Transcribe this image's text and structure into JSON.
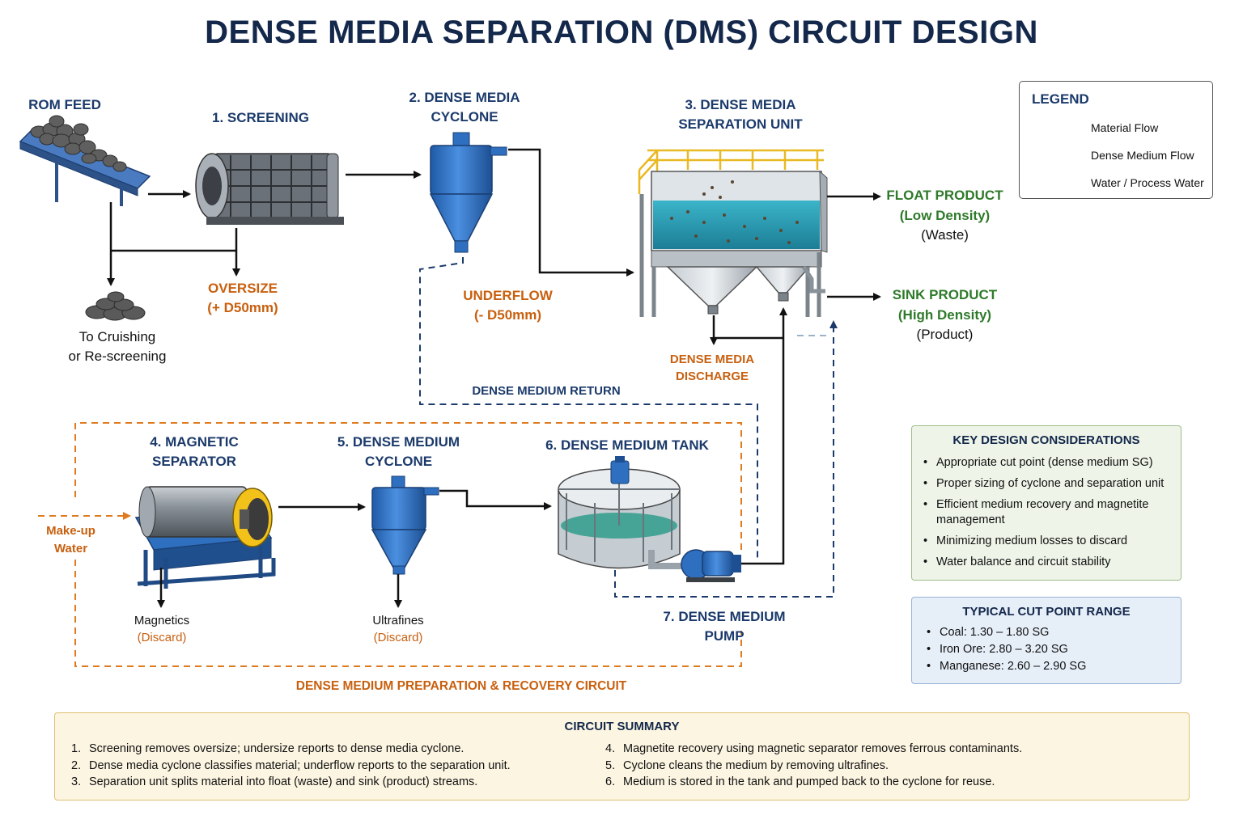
{
  "title": "DENSE MEDIA SEPARATION (DMS) CIRCUIT DESIGN",
  "labels": {
    "rom_feed": "ROM FEED",
    "screening": "1. SCREENING",
    "cyclone_2_line1": "2. DENSE MEDIA",
    "cyclone_2_line2": "CYCLONE",
    "unit_3_line1": "3. DENSE MEDIA",
    "unit_3_line2": "SEPARATION UNIT",
    "oversize_line1": "OVERSIZE",
    "oversize_line2": "(+ D50mm)",
    "crushing_line1": "To Cruishing",
    "crushing_line2": "or Re-screening",
    "underflow_line1": "UNDERFLOW",
    "underflow_line2": "(- D50mm)",
    "float_line1": "FLOAT PRODUCT",
    "float_line2": "(Low Density)",
    "float_line3": "(Waste)",
    "sink_line1": "SINK PRODUCT",
    "sink_line2": "(High Density)",
    "sink_line3": "(Product)",
    "discharge_line1": "DENSE MEDIA",
    "discharge_line2": "DISCHARGE",
    "medium_return": "DENSE MEDIUM RETURN",
    "magsep_line1": "4. MAGNETIC",
    "magsep_line2": "SEPARATOR",
    "cyclone_5_line1": "5. DENSE MEDIUM",
    "cyclone_5_line2": "CYCLONE",
    "tank_6": "6. DENSE MEDIUM TANK",
    "pump_7_line1": "7. DENSE MEDIUM",
    "pump_7_line2": "PUMP",
    "makeup_line1": "Make-up",
    "makeup_line2": "Water",
    "magnetics_line1": "Magnetics",
    "magnetics_line2": "(Discard)",
    "ultrafines_line1": "Ultrafines",
    "ultrafines_line2": "(Discard)",
    "prep_circuit": "DENSE MEDIUM PREPARATION & RECOVERY CIRCUIT"
  },
  "legend": {
    "title": "LEGEND",
    "items": [
      {
        "label": "Material Flow",
        "color": "#111111",
        "style": "solid"
      },
      {
        "label": "Dense Medium Flow",
        "color": "#1b3a6b",
        "style": "dashed"
      },
      {
        "label": "Water / Process Water",
        "color": "#e07a1f",
        "style": "dashed"
      }
    ]
  },
  "key_design": {
    "title": "KEY DESIGN CONSIDERATIONS",
    "items": [
      "Appropriate cut point (dense medium SG)",
      "Proper sizing of cyclone and separation unit",
      "Efficient medium recovery and magnetite management",
      "Minimizing medium losses to discard",
      "Water balance and circuit stability"
    ]
  },
  "cut_point": {
    "title": "TYPICAL CUT POINT RANGE",
    "items": [
      "Coal: 1.30 – 1.80 SG",
      "Iron Ore: 2.80 – 3.20 SG",
      "Manganese: 2.60 – 2.90 SG"
    ]
  },
  "summary": {
    "title": "CIRCUIT SUMMARY",
    "items": [
      {
        "n": "1.",
        "text": "Screening removes oversize; undersize reports to dense media cyclone."
      },
      {
        "n": "2.",
        "text": "Dense media cyclone classifies material; underflow reports to the separation unit."
      },
      {
        "n": "3.",
        "text": "Separation unit splits material into float (waste) and sink (product) streams."
      },
      {
        "n": "4.",
        "text": "Magnetite recovery using magnetic separator removes ferrous contaminants."
      },
      {
        "n": "5.",
        "text": "Cyclone cleans the medium by removing ultrafines."
      },
      {
        "n": "6.",
        "text": "Medium is stored in the tank and pumped back to the cyclone for reuse."
      }
    ]
  },
  "colors": {
    "title": "#14284b",
    "blue_label": "#1b3a6b",
    "orange_label": "#c8600f",
    "green_label": "#2f7a2b",
    "equipment_blue": "#2f6fc0",
    "water_teal": "#2aa0b8",
    "railing_yellow": "#e8b923"
  }
}
